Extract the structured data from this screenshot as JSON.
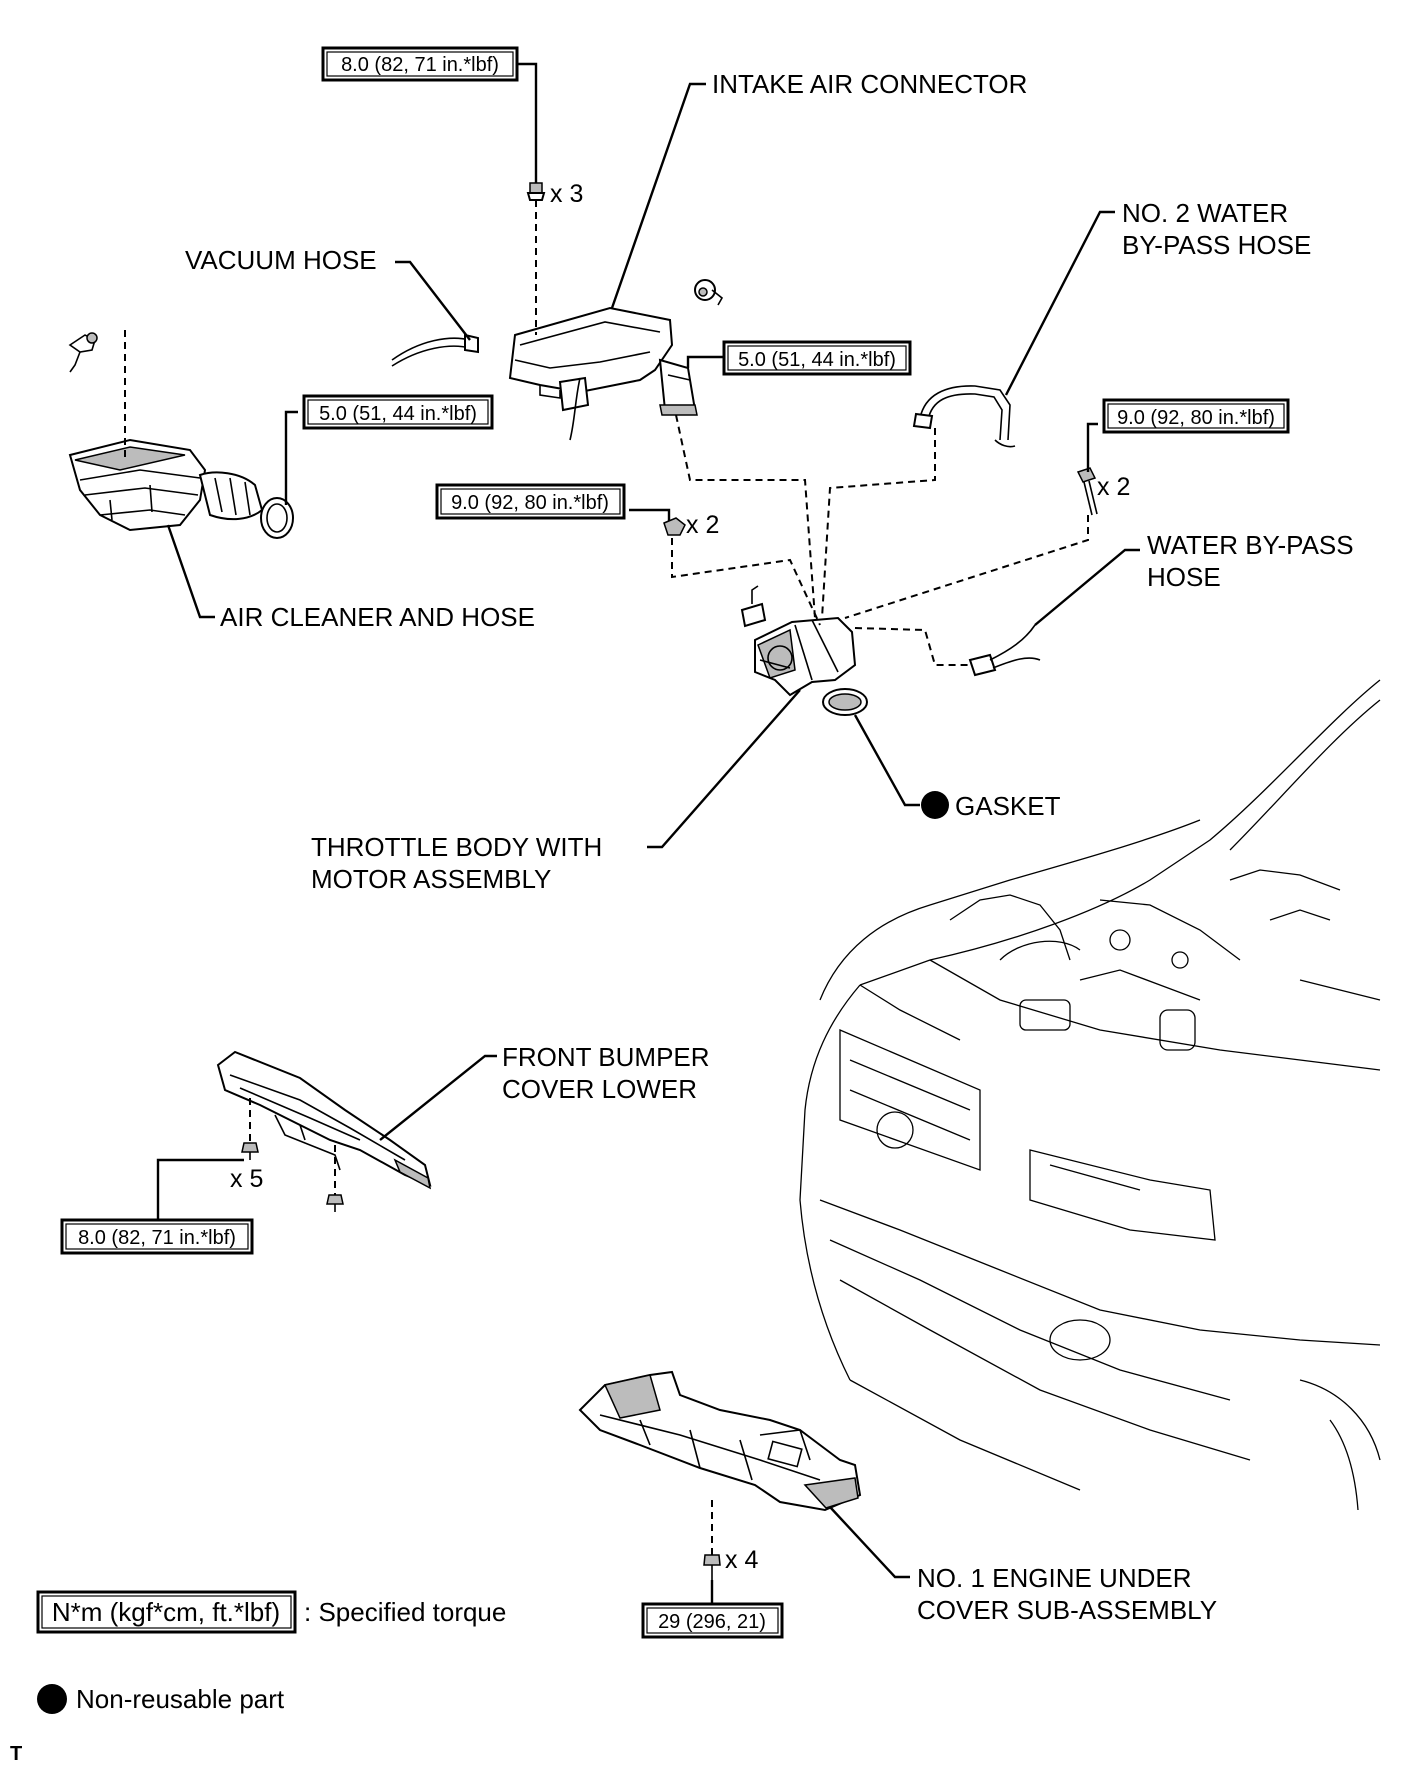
{
  "labels": {
    "intake_air_connector": "INTAKE AIR CONNECTOR",
    "vacuum_hose": "VACUUM HOSE",
    "no2_water_bypass_hose_l1": "NO. 2 WATER",
    "no2_water_bypass_hose_l2": "BY-PASS HOSE",
    "water_bypass_hose_l1": "WATER BY-PASS",
    "water_bypass_hose_l2": "HOSE",
    "air_cleaner_and_hose": "AIR CLEANER AND HOSE",
    "gasket": "GASKET",
    "throttle_body_l1": "THROTTLE BODY WITH",
    "throttle_body_l2": "MOTOR ASSEMBLY",
    "front_bumper_cover_lower_l1": "FRONT BUMPER",
    "front_bumper_cover_lower_l2": "COVER LOWER",
    "no1_engine_under_cover_l1": "NO. 1 ENGINE UNDER",
    "no1_engine_under_cover_l2": "COVER SUB-ASSEMBLY"
  },
  "torques": {
    "intake_connector_bolts": "8.0 (82, 71 in.*lbf)",
    "intake_connector_clamp": "5.0 (51, 44 in.*lbf)",
    "air_cleaner_clamp": "5.0 (51, 44 in.*lbf)",
    "throttle_nuts": "9.0 (92, 80 in.*lbf)",
    "throttle_bolts": "9.0 (92, 80 in.*lbf)",
    "bumper_cover_bolts": "8.0 (82, 71 in.*lbf)",
    "under_cover_bolts": "29 (296, 21)"
  },
  "quantities": {
    "intake_connector_bolts": "x 3",
    "throttle_nuts": "x 2",
    "throttle_bolts": "x 2",
    "bumper_cover_bolts": "x 5",
    "under_cover_bolts": "x 4"
  },
  "legend": {
    "torque_units": "N*m (kgf*cm, ft.*lbf)",
    "torque_desc": ": Specified torque",
    "non_reusable": "Non-reusable part"
  },
  "corner_mark": "T"
}
